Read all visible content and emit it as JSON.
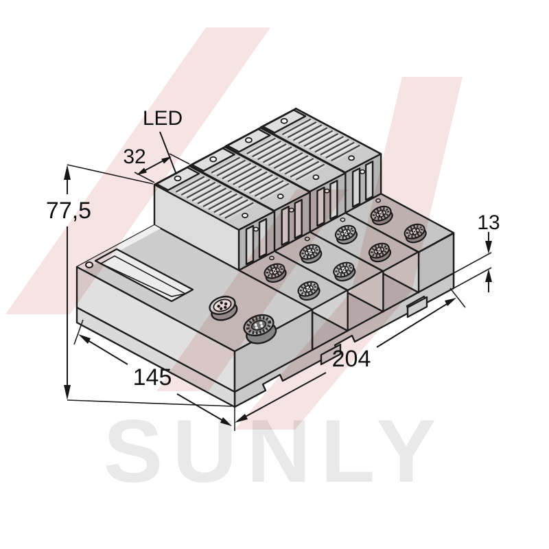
{
  "drawing": {
    "callout_led": "LED",
    "dim_module_width": "32",
    "dim_height": "77,5",
    "dim_step": "13",
    "dim_length": "204",
    "dim_depth": "145"
  },
  "watermark": {
    "brand_text": "SUNLY"
  },
  "colors": {
    "dimension_line": "#161616",
    "watermark_pink": "#eec8c8",
    "watermark_text_gray": "#e9e9e9",
    "device_light_gray": "#d6d6d6",
    "device_mid_gray": "#bdbdbd",
    "device_dark_gray": "#a6a6a6",
    "outline": "#1c1c1c",
    "background": "#ffffff"
  }
}
